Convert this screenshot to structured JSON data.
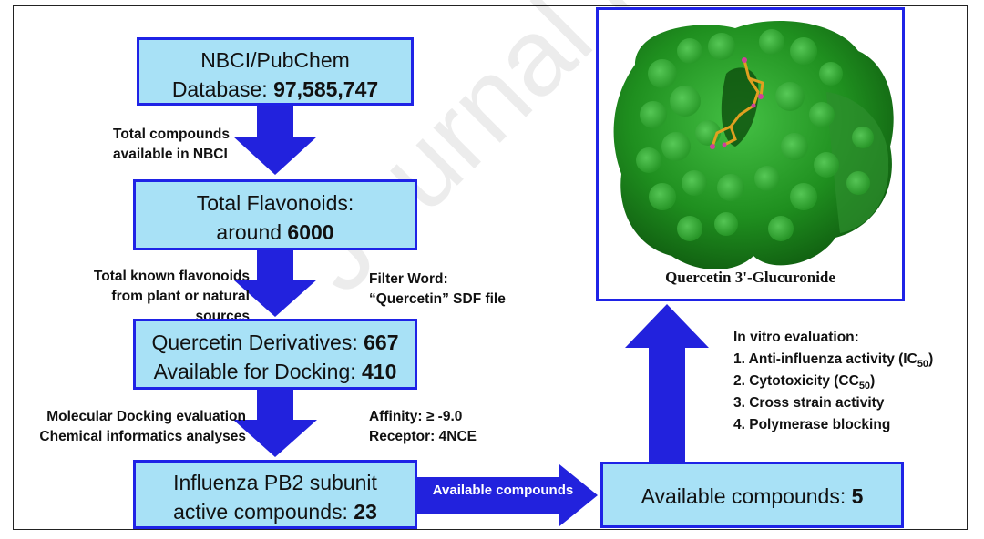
{
  "watermark": "Journal Pre-proof",
  "boxes": {
    "nbci": {
      "line1": "NBCI/PubChem",
      "line2_prefix": "Database: ",
      "line2_value": "97,585,747"
    },
    "flavonoids": {
      "line1": "Total Flavonoids:",
      "line2_prefix": "around ",
      "line2_value": "6000"
    },
    "quercetin": {
      "line1_prefix": "Quercetin Derivatives: ",
      "line1_value": "667",
      "line2_prefix": "Available for Docking: ",
      "line2_value": "410"
    },
    "pb2": {
      "line1": "Influenza PB2 subunit",
      "line2_prefix": "active compounds: ",
      "line2_value": "23"
    },
    "available": {
      "prefix": "Available compounds: ",
      "value": "5"
    }
  },
  "notes": {
    "total_nbci": [
      "Total compounds",
      "available in NBCI"
    ],
    "known_flavonoids": [
      "Total known flavonoids",
      "from plant or natural sources"
    ],
    "filter": [
      "Filter Word:",
      "“Quercetin” SDF file"
    ],
    "docking": [
      "Molecular Docking evaluation",
      "Chemical informatics analyses"
    ],
    "affinity": [
      "Affinity: ≥ -9.0",
      "Receptor: 4NCE"
    ]
  },
  "flow_arrow_label": "Available compounds",
  "protein_panel": {
    "label": "Quercetin 3'-Glucuronide"
  },
  "in_vitro": {
    "title": "In vitro evaluation:",
    "items": [
      {
        "text": "1. Anti-influenza activity (IC",
        "sub": "50",
        "suffix": ")"
      },
      {
        "text": "2. Cytotoxicity (CC",
        "sub": "50",
        "suffix": ")"
      },
      {
        "text": "3. Cross strain activity",
        "sub": "",
        "suffix": ""
      },
      {
        "text": "4. Polymerase blocking",
        "sub": "",
        "suffix": ""
      }
    ]
  },
  "colors": {
    "box_fill": "#a8e1f6",
    "box_border": "#1f23e6",
    "arrow": "#2222dd",
    "protein": "#1f8f1f",
    "ligand": "#e0a020"
  }
}
